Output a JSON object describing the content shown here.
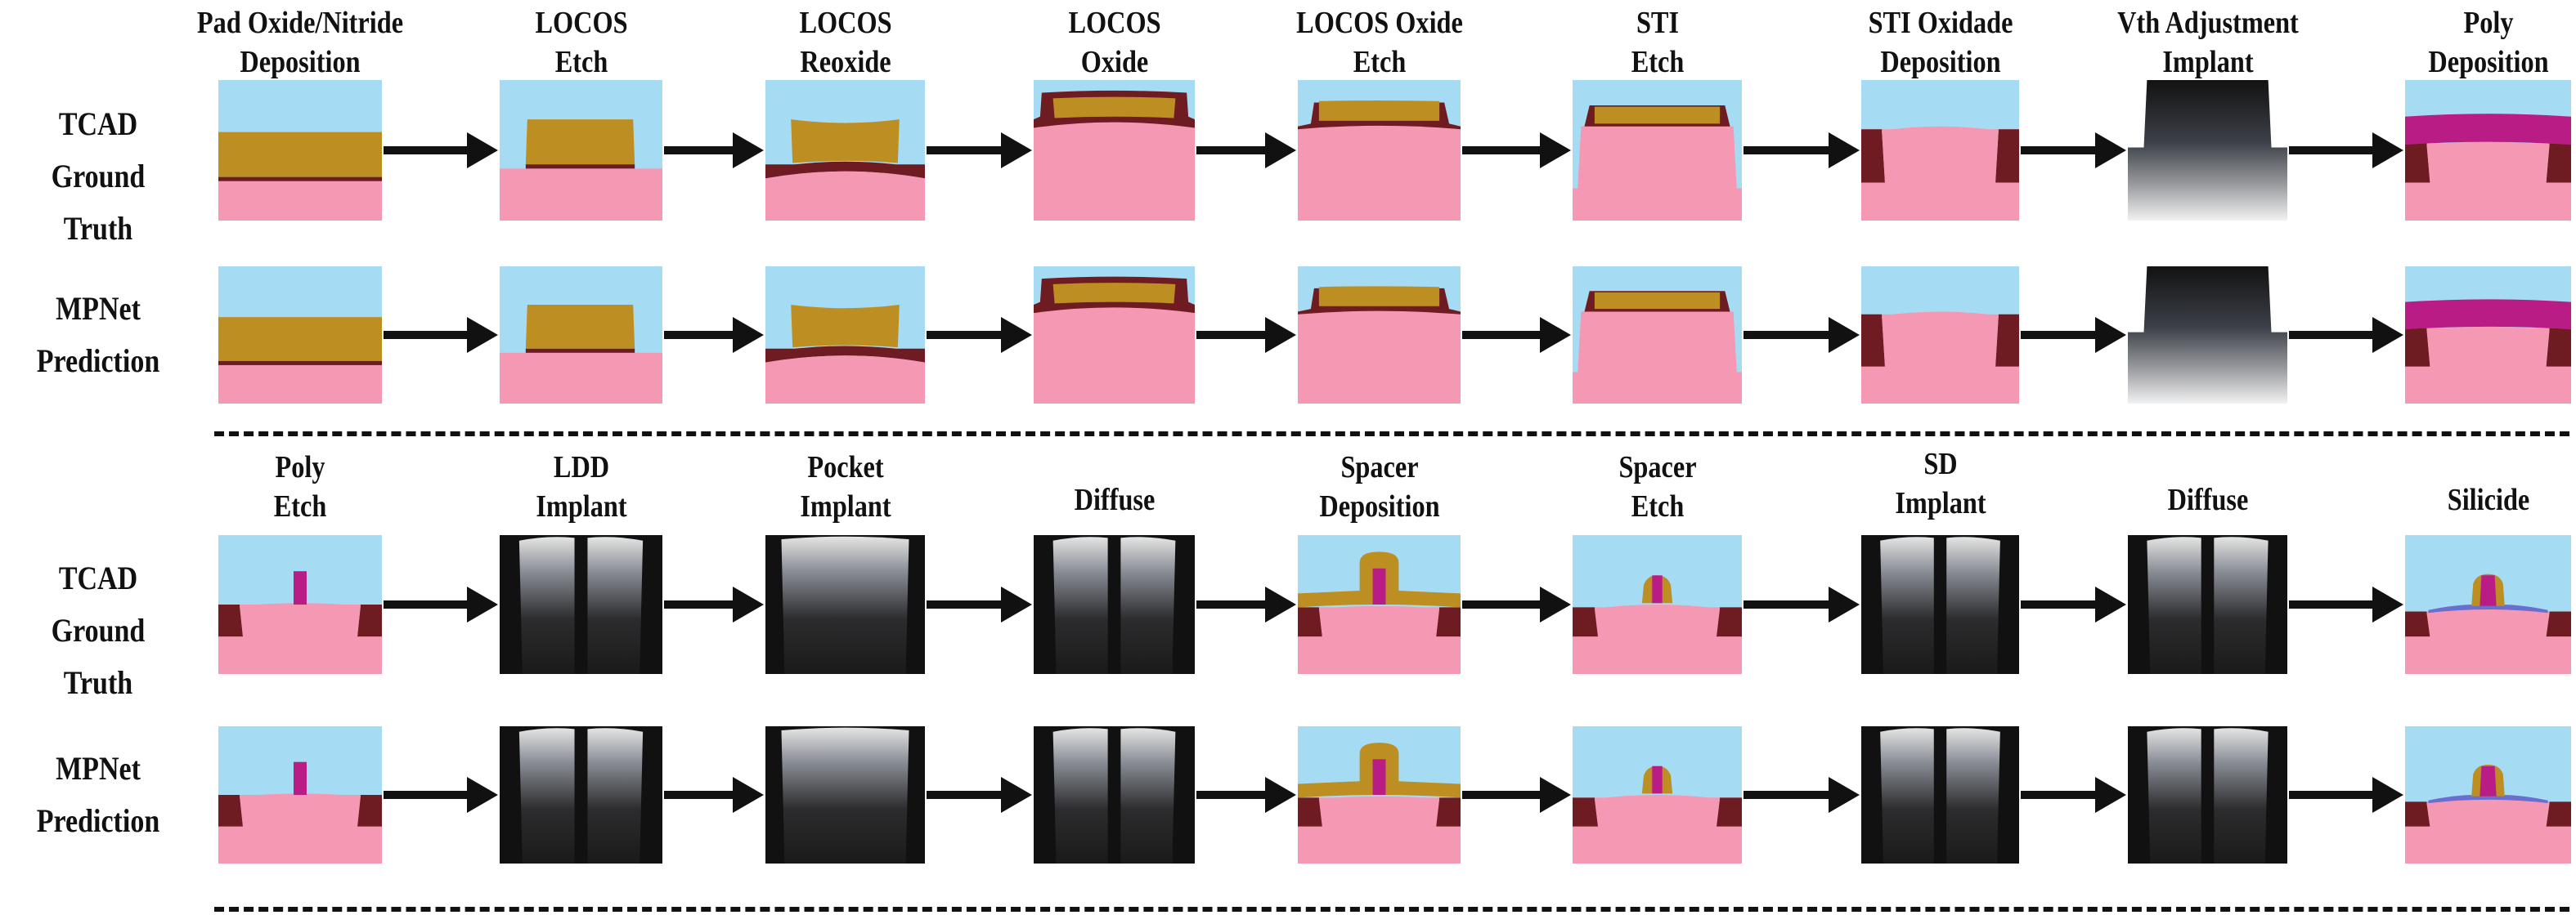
{
  "colors": {
    "ambient": "#a6dcf3",
    "silicon": "#f598b4",
    "nitride": "#bd8f22",
    "oxide": "#6e1c22",
    "poly": "#b91d85",
    "silicide": "#6a6fcf",
    "arrow": "#111111"
  },
  "row_labels": [
    {
      "lines": [
        "TCAD",
        "Ground Truth"
      ]
    },
    {
      "lines": [
        "MPNet",
        "Prediction"
      ]
    }
  ],
  "sections": [
    {
      "steps": [
        {
          "lines": [
            "Pad Oxide/Nitride",
            "Deposition"
          ]
        },
        {
          "lines": [
            "LOCOS",
            "Etch"
          ]
        },
        {
          "lines": [
            "LOCOS",
            "Reoxide"
          ]
        },
        {
          "lines": [
            "LOCOS",
            "Oxide"
          ]
        },
        {
          "lines": [
            "LOCOS Oxide",
            "Etch"
          ]
        },
        {
          "lines": [
            "STI",
            "Etch"
          ]
        },
        {
          "lines": [
            "STI Oxidade",
            "Deposition"
          ]
        },
        {
          "lines": [
            "Vth Adjustment",
            "Implant"
          ]
        },
        {
          "lines": [
            "Poly",
            "Deposition"
          ]
        }
      ]
    },
    {
      "steps": [
        {
          "lines": [
            "Poly",
            "Etch"
          ]
        },
        {
          "lines": [
            "LDD",
            "Implant"
          ]
        },
        {
          "lines": [
            "Pocket",
            "Implant"
          ]
        },
        {
          "lines": [
            "Diffuse"
          ]
        },
        {
          "lines": [
            "Spacer",
            "Deposition"
          ]
        },
        {
          "lines": [
            "Spacer",
            "Etch"
          ]
        },
        {
          "lines": [
            "SD",
            "Implant"
          ]
        },
        {
          "lines": [
            "Diffuse"
          ]
        },
        {
          "lines": [
            "Silicide"
          ]
        }
      ]
    }
  ]
}
